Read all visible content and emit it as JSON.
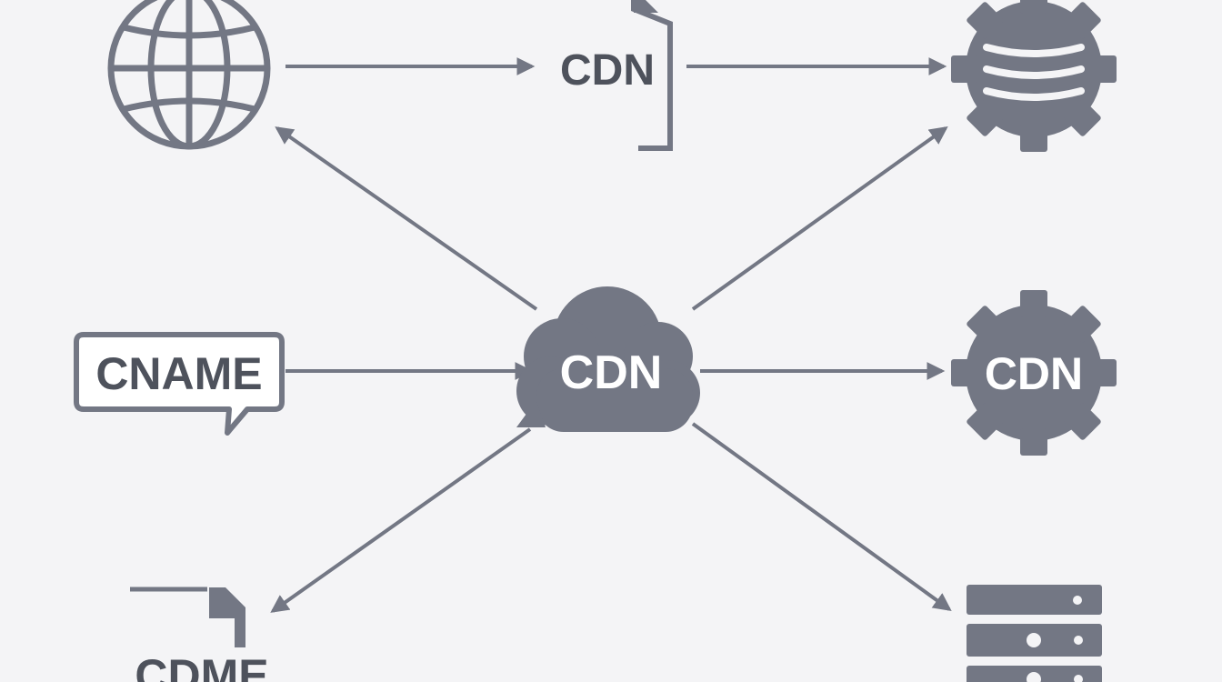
{
  "colors": {
    "background": "#f4f4f6",
    "ink": "#737784",
    "ink_dark": "#4e525c",
    "label_on_dark": "#ffffff"
  },
  "nodes": {
    "globe": {
      "icon": "globe-icon"
    },
    "cdn_document": {
      "icon": "document-icon",
      "label": "CDN"
    },
    "database_gear": {
      "icon": "database-gear-icon"
    },
    "cname_bubble": {
      "icon": "speech-bubble-icon",
      "label": "CNAME"
    },
    "cdn_cloud": {
      "icon": "cloud-icon",
      "label": "CDN"
    },
    "cdn_gear": {
      "icon": "gear-icon",
      "label": "CDN"
    },
    "cdme_document": {
      "icon": "document-icon",
      "label": "CDME"
    },
    "server_rack": {
      "icon": "server-rack-icon"
    }
  },
  "edges": [
    {
      "from": "globe",
      "to": "cdn_document"
    },
    {
      "from": "cdn_document",
      "to": "database_gear"
    },
    {
      "from": "cdn_cloud",
      "to": "globe"
    },
    {
      "from": "cdn_cloud",
      "to": "database_gear"
    },
    {
      "from": "cname_bubble",
      "to": "cdn_cloud"
    },
    {
      "from": "cdn_cloud",
      "to": "cdn_gear"
    },
    {
      "from": "cdn_cloud",
      "to": "cdme_document"
    },
    {
      "from": "cdn_cloud",
      "to": "server_rack"
    }
  ]
}
